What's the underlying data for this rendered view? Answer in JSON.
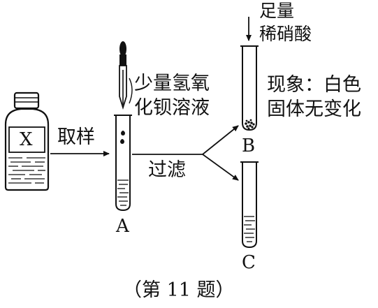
{
  "bottle_label": "X",
  "arrow_sampling_label": "取样",
  "dropper_label_line1": "少量氢氧",
  "dropper_label_line2": "化钡溶液",
  "filter_label": "过滤",
  "acid_label_line1": "足量",
  "acid_label_line2": "稀硝酸",
  "observation_line1": "现象：白色",
  "observation_line2": "固体无变化",
  "tube_a_label": "A",
  "tube_b_label": "B",
  "tube_c_label": "C",
  "caption": "（第 11 题）"
}
